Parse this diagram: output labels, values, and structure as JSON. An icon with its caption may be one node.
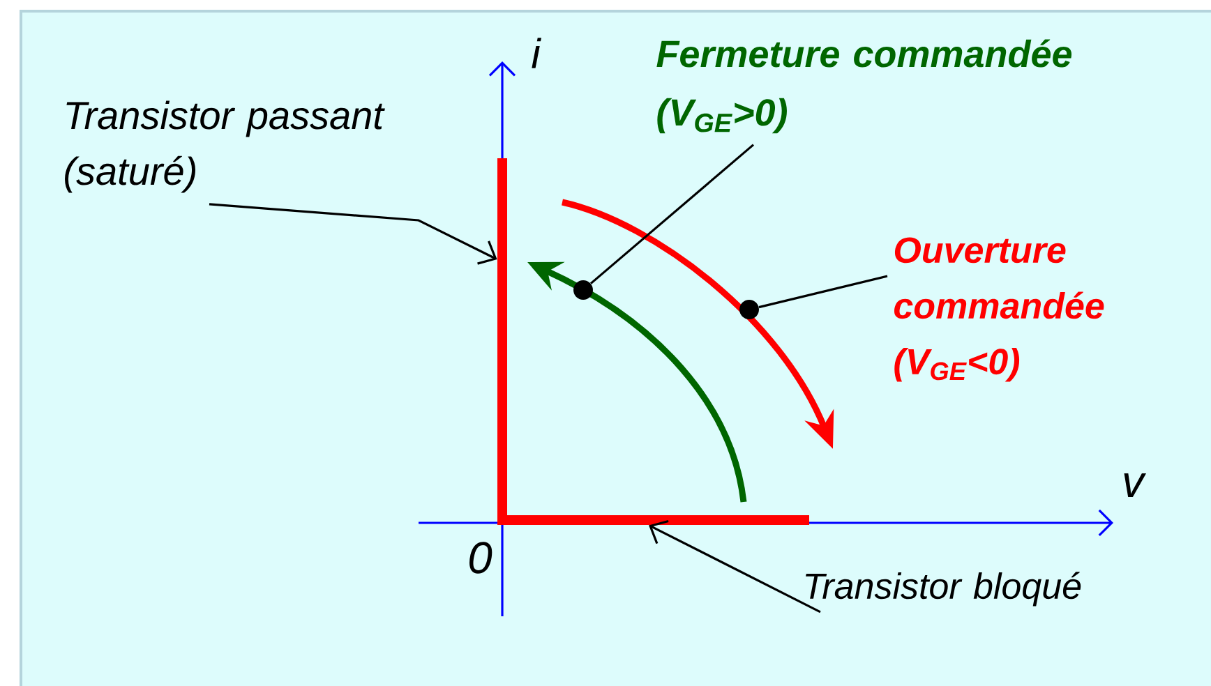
{
  "diagram": {
    "nodes": [
      {
        "text": [
          "Transistor passant (saturé)"
        ]
      },
      {
        "text": [],
        "shape": "bar"
      },
      {
        "text": [
          "Fermeture commandée (V$_{GE}$>0)"
        ]
      },
      {
        "text": [],
        "shape": "circle"
      },
      {
        "text": [
          "Ouverture commandée (V$_{GE}$<0)"
        ]
      },
      {
        "text": [],
        "shape": "circle"
      },
      {
        "text": [],
        "shape": "bar"
      },
      {
        "text": [
          "Transistor bloqué"
        ]
      }
    ],
    "edges": [
      {
        "from": 0,
        "to": 1,
        "arrow": "to"
      },
      {
        "from": 2,
        "to": 3,
        "arrow": "none"
      },
      {
        "from": 4,
        "to": 5,
        "arrow": "none"
      },
      {
        "from": 7,
        "to": 6,
        "arrow": "to"
      }
    ],
    "labels": [
      "i",
      "v",
      "0"
    ]
  }
}
